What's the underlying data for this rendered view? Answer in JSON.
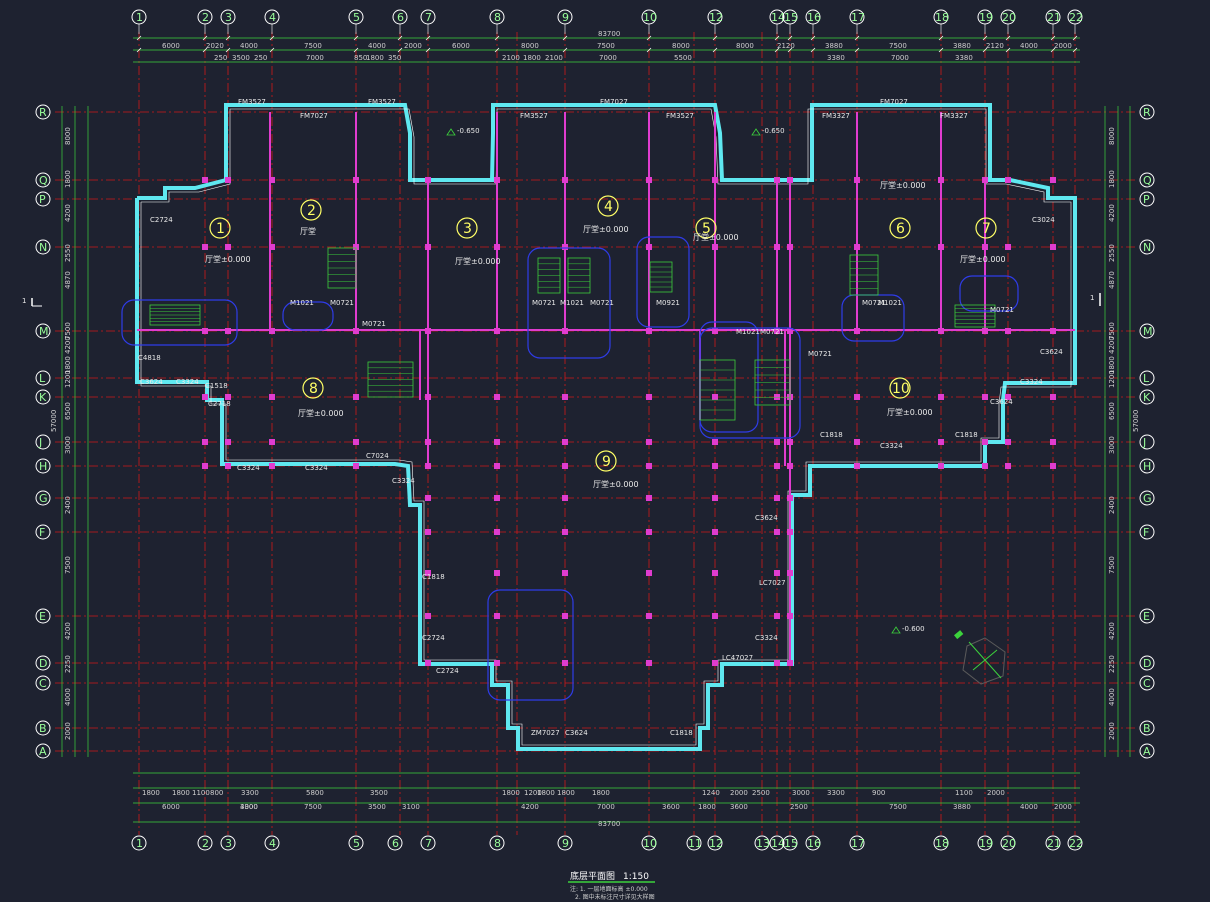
{
  "colors": {
    "background": "#1e2230",
    "grid": "#d01818",
    "wall": "#5fe8f0",
    "partition": "#e03ccf",
    "dimension": "#3cd23c",
    "door": "#ffffff",
    "stair": "#3ccf3c",
    "equipment": "#2f3ce8",
    "column": "#e03ccf",
    "room_marker": "#ffff66"
  },
  "axes_top": [
    "1",
    "2",
    "3",
    "4",
    "5",
    "6",
    "7",
    "8",
    "9",
    "10",
    "12",
    "14",
    "15",
    "16",
    "17",
    "18",
    "19",
    "20",
    "21",
    "22"
  ],
  "axes_bottom": [
    "1",
    "2",
    "3",
    "4",
    "5",
    "6",
    "7",
    "8",
    "9",
    "10",
    "11",
    "12",
    "13",
    "14",
    "15",
    "16",
    "17",
    "18",
    "19",
    "20",
    "21",
    "22"
  ],
  "axes_rows": [
    "R",
    "Q",
    "P",
    "N",
    "M",
    "L",
    "K",
    "J",
    "H",
    "G",
    "F",
    "E",
    "D",
    "C",
    "B",
    "A"
  ],
  "total_dim": "83700",
  "top_dims": [
    "6000",
    "2020",
    "4000",
    "7500",
    "4000",
    "2000",
    "6000",
    "8000",
    "7500",
    "8000",
    "8000",
    "2120",
    "3880",
    "7500",
    "3880",
    "2120",
    "4000",
    "2000"
  ],
  "top_dims_2": [
    "250",
    "3500",
    "250",
    "7000",
    "850",
    "1800",
    "350",
    "2100",
    "1800",
    "2100",
    "7000",
    "5500",
    "3380",
    "7000",
    "3380"
  ],
  "bottom_dims": [
    "6000",
    "3300",
    "4000",
    "7500",
    "3500",
    "3100",
    "4200",
    "7000",
    "3600",
    "1800",
    "2500",
    "3600",
    "7500",
    "3880",
    "4000",
    "2000"
  ],
  "bottom_dims_2": [
    "1800",
    "1800",
    "1100",
    "800",
    "3300",
    "5800",
    "3500",
    "1800",
    "1200",
    "1800",
    "1800",
    "1800",
    "1240",
    "2000",
    "2500",
    "3000",
    "3300",
    "900",
    "1100",
    "2000"
  ],
  "side_dims": [
    "8000",
    "1800",
    "4200",
    "2550",
    "4870",
    "7500",
    "4200",
    "1800",
    "1200",
    "6500",
    "3000",
    "2400",
    "7500",
    "4200",
    "2250",
    "4000",
    "2000"
  ],
  "total_side_dim": "57000",
  "rooms": [
    {
      "no": "1",
      "label": "厅堂±0.000"
    },
    {
      "no": "2",
      "label": "厅堂"
    },
    {
      "no": "3",
      "label": "厅堂±0.000"
    },
    {
      "no": "4",
      "label": "厅堂±0.000"
    },
    {
      "no": "5",
      "label": "厅堂±0.000"
    },
    {
      "no": "6",
      "label": "厅堂±0.000"
    },
    {
      "no": "7",
      "label": "厅堂±0.000"
    },
    {
      "no": "8",
      "label": "厅堂±0.000"
    },
    {
      "no": "9",
      "label": "厅堂±0.000"
    },
    {
      "no": "10",
      "label": "厅堂±0.000"
    }
  ],
  "window_labels": [
    "FM3527",
    "FM7027",
    "FM3527",
    "FM3527",
    "FM7027",
    "FM3527",
    "FM3327",
    "FM7027",
    "FM3327",
    "C2724",
    "C3624",
    "C3324",
    "C1518",
    "C2718",
    "C3324",
    "C3324",
    "C7024",
    "C3324",
    "C1818",
    "C2724",
    "C2724",
    "LC7027",
    "C3624",
    "C1818",
    "C3324",
    "C1818",
    "ZM7027",
    "C3624",
    "C1818",
    "C3324",
    "LC47027",
    "C3624",
    "C3324",
    "C3024",
    "C4818",
    "C3624"
  ],
  "door_labels": [
    "M1021",
    "M0721",
    "M0721",
    "M0721",
    "M1021",
    "M0721",
    "M1021",
    "M0721",
    "M0921",
    "M0721",
    "M0721",
    "M1021",
    "M0721"
  ],
  "level_marks": [
    "-0.650",
    "-0.650",
    "-0.600"
  ],
  "section_mark": "1",
  "title": "底层平面图",
  "scale": "1:150",
  "notes": [
    "注: 1. 一层地面标高 ±0.000",
    "2. 图中未标注尺寸详见大样图"
  ]
}
